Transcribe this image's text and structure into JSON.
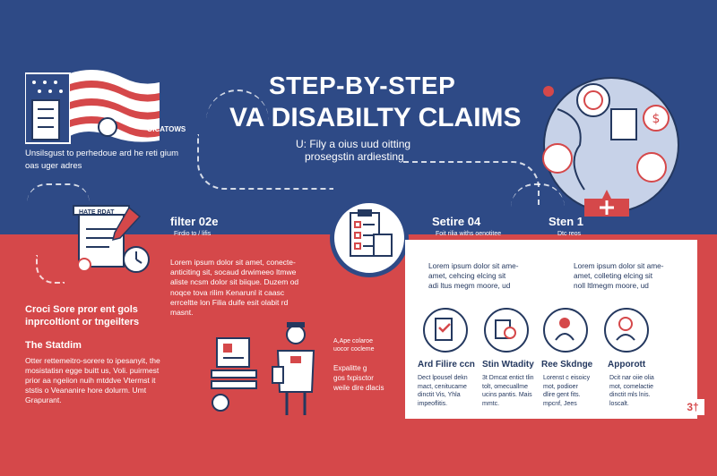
{
  "header": {
    "title_line1": "STEP-BY-STEP",
    "title_line2": "VA DISABILTY CLAIMS",
    "subtitle_line1": "U: Fily a oius uud oitting",
    "subtitle_line2": "prosegstin ardiesting"
  },
  "left_top": {
    "badge": "OICATOWS",
    "desc_line1": "Unsilsgust to perhedoue ard he reti gium",
    "desc_line2": "oas uger adres"
  },
  "doc_icon": {
    "label": "HATE RDAT"
  },
  "step_left": {
    "label": "filter 02e",
    "sub": "Firdio to / lifis",
    "body": [
      "Lorem ipsum dolor sit amet, conecte-",
      "anticiting sit, socaud drwimeeo ltmwe",
      "aliste ncsm dolor sit biique. Duzem od",
      "noqce tova rilim Kenarunl it caasc",
      "errceltte lon Filia duife esit olabit rd",
      "masnt."
    ]
  },
  "step_mid": {
    "label": "Setire 04",
    "sub": "Foit rilia withs oenotitee"
  },
  "step_right": {
    "label": "Sten 1",
    "sub": "Dtc reos"
  },
  "left_bottom": {
    "title_line1": "Croci Sore pror ent gols",
    "title_line2": "inprcoltiont or tngeilters",
    "section": "The Statdim",
    "body": [
      "Otter rettemeitro-sorere to ipesanyit, the",
      "mosistatisn egge buitt us, Voli. puirmest",
      "prior aa ngeiion nuih mtddve Vtermst it",
      "ststis o Veananire hore dolurm. Umt",
      "Grapurant."
    ]
  },
  "center_bottom": {
    "side_line1": "A,Ape colaroe",
    "side_line2": "uocor cocleme",
    "body": [
      "Expalitte g",
      "gos fxpisctor",
      "weile dire dlacis"
    ]
  },
  "panel": {
    "col1": [
      "Lorem ipsum dolor sit ame-",
      "amet, cehcing elcing sit",
      "adi ltus megm moore, ud"
    ],
    "col2": [
      "Lorem ipsum dolor sit ame-",
      "amet, colleting elcing sit",
      "noll ltlmegm moore, ud"
    ],
    "items": [
      {
        "title": "Ard Filire ccn",
        "body": [
          "Dect lpousel dekn",
          "mact, cenitucame",
          "dinctit Vis, Yhla",
          "impeoflitis."
        ]
      },
      {
        "title": "Stin Wtadity",
        "body": [
          "3t Dmcat entict tlin",
          "tolt, omecuallme",
          "ucins pantis. Mais",
          "mmtc."
        ]
      },
      {
        "title": "Ree Skdnge",
        "body": [
          "Lorenst c eisoicy",
          "mot, podioer",
          "dlire gent fits.",
          "mpcnf, Jees"
        ]
      },
      {
        "title": "Apporott",
        "body": [
          "Dcit nar oiie olia",
          "mot, comelactie",
          "dinctit mls lnis.",
          "loscalt."
        ]
      }
    ]
  },
  "corner_badge": "3†"
}
